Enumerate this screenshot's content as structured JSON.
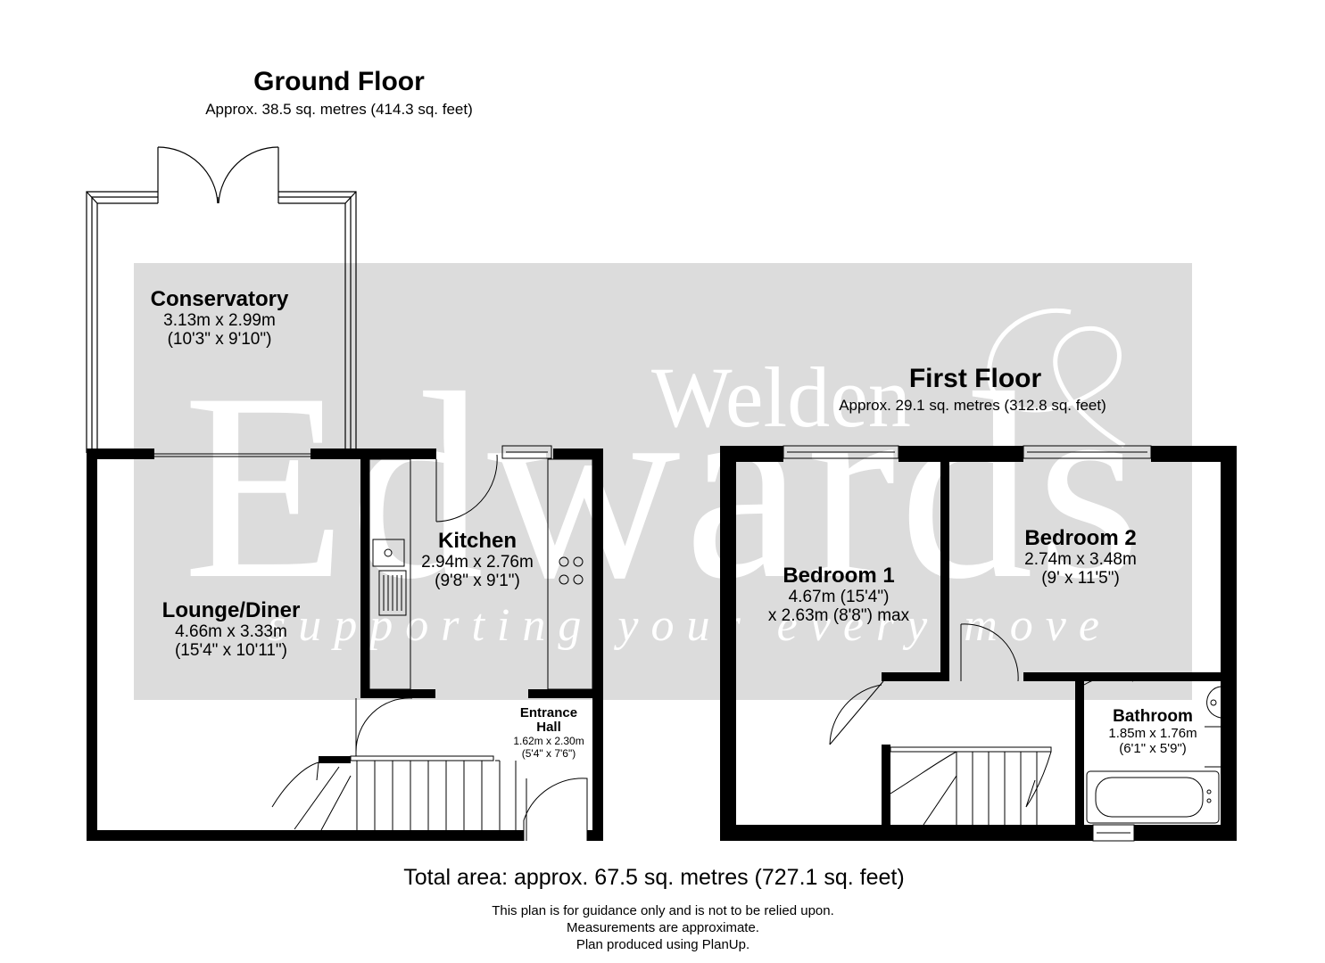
{
  "ground_floor": {
    "title": "Ground Floor",
    "area": "Approx. 38.5 sq. metres (414.3 sq. feet)",
    "rooms": {
      "conservatory": {
        "name": "Conservatory",
        "metric": "3.13m x 2.99m",
        "imperial": "(10'3\" x 9'10\")"
      },
      "kitchen": {
        "name": "Kitchen",
        "metric": "2.94m x 2.76m",
        "imperial": "(9'8\" x 9'1\")"
      },
      "lounge": {
        "name": "Lounge/Diner",
        "metric": "4.66m x 3.33m",
        "imperial": "(15'4\" x 10'11\")"
      },
      "hall": {
        "name_line1": "Entrance",
        "name_line2": "Hall",
        "metric": "1.62m x 2.30m",
        "imperial": "(5'4\" x 7'6\")"
      }
    }
  },
  "first_floor": {
    "title": "First Floor",
    "area": "Approx. 29.1 sq. metres (312.8 sq. feet)",
    "rooms": {
      "bedroom1": {
        "name": "Bedroom 1",
        "line1": "4.67m (15'4\")",
        "line2": "x 2.63m (8'8\") max"
      },
      "bedroom2": {
        "name": "Bedroom 2",
        "metric": "2.74m x 3.48m",
        "imperial": "(9' x 11'5\")"
      },
      "bathroom": {
        "name": "Bathroom",
        "metric": "1.85m x 1.76m",
        "imperial": "(6'1\" x 5'9\")"
      }
    }
  },
  "watermark": {
    "top": "Welden",
    "main": "Edwards",
    "tagline": "supporting your every move"
  },
  "footer": {
    "total": "Total area: approx. 67.5 sq. metres (727.1 sq. feet)",
    "note1": "This plan is for guidance only and is not to be relied upon.",
    "note2": "Measurements are approximate.",
    "note3": "Plan produced using PlanUp."
  },
  "colors": {
    "wall": "#000000",
    "watermark_panel": "#dcdcdc",
    "watermark_text": "#ffffff"
  }
}
